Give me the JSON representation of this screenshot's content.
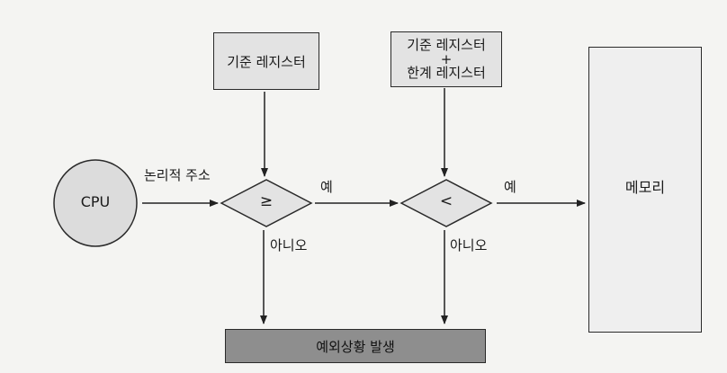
{
  "nodes": {
    "cpu": "CPU",
    "base_register": "기준 레지스터",
    "base_limit_register": {
      "line1": "기준 레지스터",
      "line2": "+",
      "line3": "한계 레지스터"
    },
    "compare_ge": "≥",
    "compare_lt": "<",
    "memory": "메모리",
    "exception": "예외상황 발생"
  },
  "edges": {
    "logical_address": "논리적 주소",
    "yes_1": "예",
    "yes_2": "예",
    "no_1": "아니오",
    "no_2": "아니오"
  },
  "colors": {
    "box_fill": "#e3e3e3",
    "memory_fill": "#efefef",
    "exception_fill": "#8e8e8e",
    "cpu_fill": "#dcdcdc",
    "line": "#222222"
  }
}
